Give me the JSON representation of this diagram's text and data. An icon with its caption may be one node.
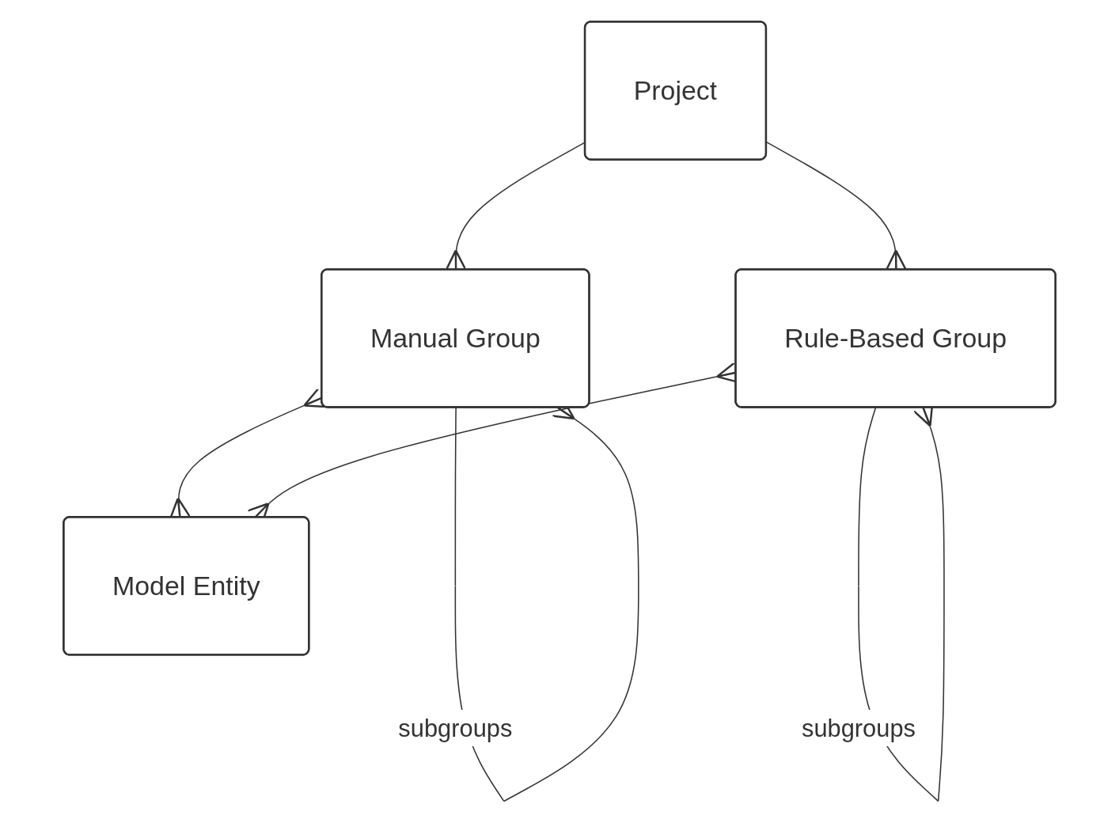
{
  "diagram": {
    "nodes": [
      {
        "text": [
          "Project"
        ]
      },
      {
        "text": [
          "Manual Group"
        ]
      },
      {
        "text": [
          "Rule-Based Group"
        ]
      },
      {
        "text": [
          "Model Entity"
        ]
      }
    ],
    "edges": [
      {
        "from": 0,
        "to": 1,
        "arrow": "other"
      },
      {
        "from": 0,
        "to": 2,
        "arrow": "other"
      },
      {
        "from": 1,
        "to": 1,
        "arrow": "other",
        "label": "subgroups"
      },
      {
        "from": 2,
        "to": 2,
        "arrow": "other",
        "label": "subgroups"
      },
      {
        "from": 1,
        "to": 3,
        "arrow": "other"
      },
      {
        "from": 2,
        "to": 3,
        "arrow": "other"
      }
    ]
  }
}
